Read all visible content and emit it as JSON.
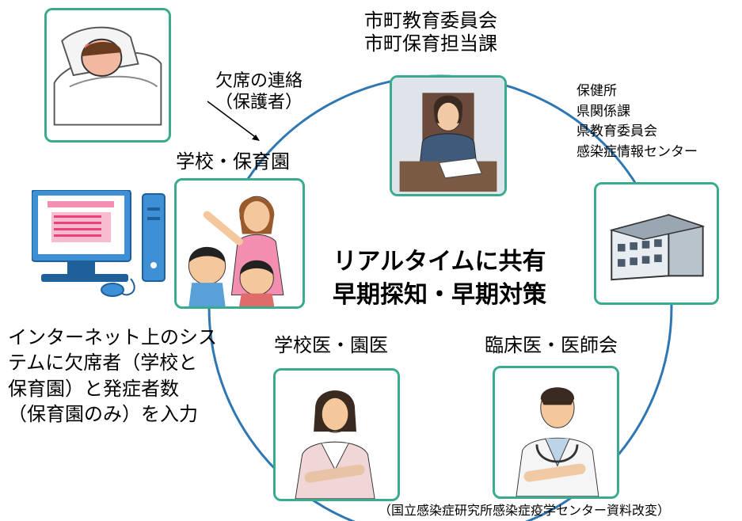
{
  "nodes": {
    "education": {
      "line1": "市町教育委員会",
      "line2": "市町保育担当課"
    },
    "health": {
      "lines": [
        "保健所",
        "県関係課",
        "県教育委員会",
        "感染症情報センター"
      ]
    },
    "school": {
      "label": "学校・保育園"
    },
    "school_doctor": {
      "label": "学校医・園医"
    },
    "clinic": {
      "label": "臨床医・医師会"
    }
  },
  "absence_report": {
    "line1": "欠席の連絡",
    "line2": "（保護者）"
  },
  "center": {
    "line1": "リアルタイムに共有",
    "line2": "早期探知・早期対策"
  },
  "input_note": {
    "lines": [
      "インターネット上のシス",
      "テムに欠席者（学校と",
      "保育園）と発症者数",
      "（保育園のみ）を入力"
    ]
  },
  "source": "（国立感染症研究所感染症疫学センター資料改変）",
  "colors": {
    "frame": "#3aab8f",
    "circle": "#2f77b3"
  }
}
